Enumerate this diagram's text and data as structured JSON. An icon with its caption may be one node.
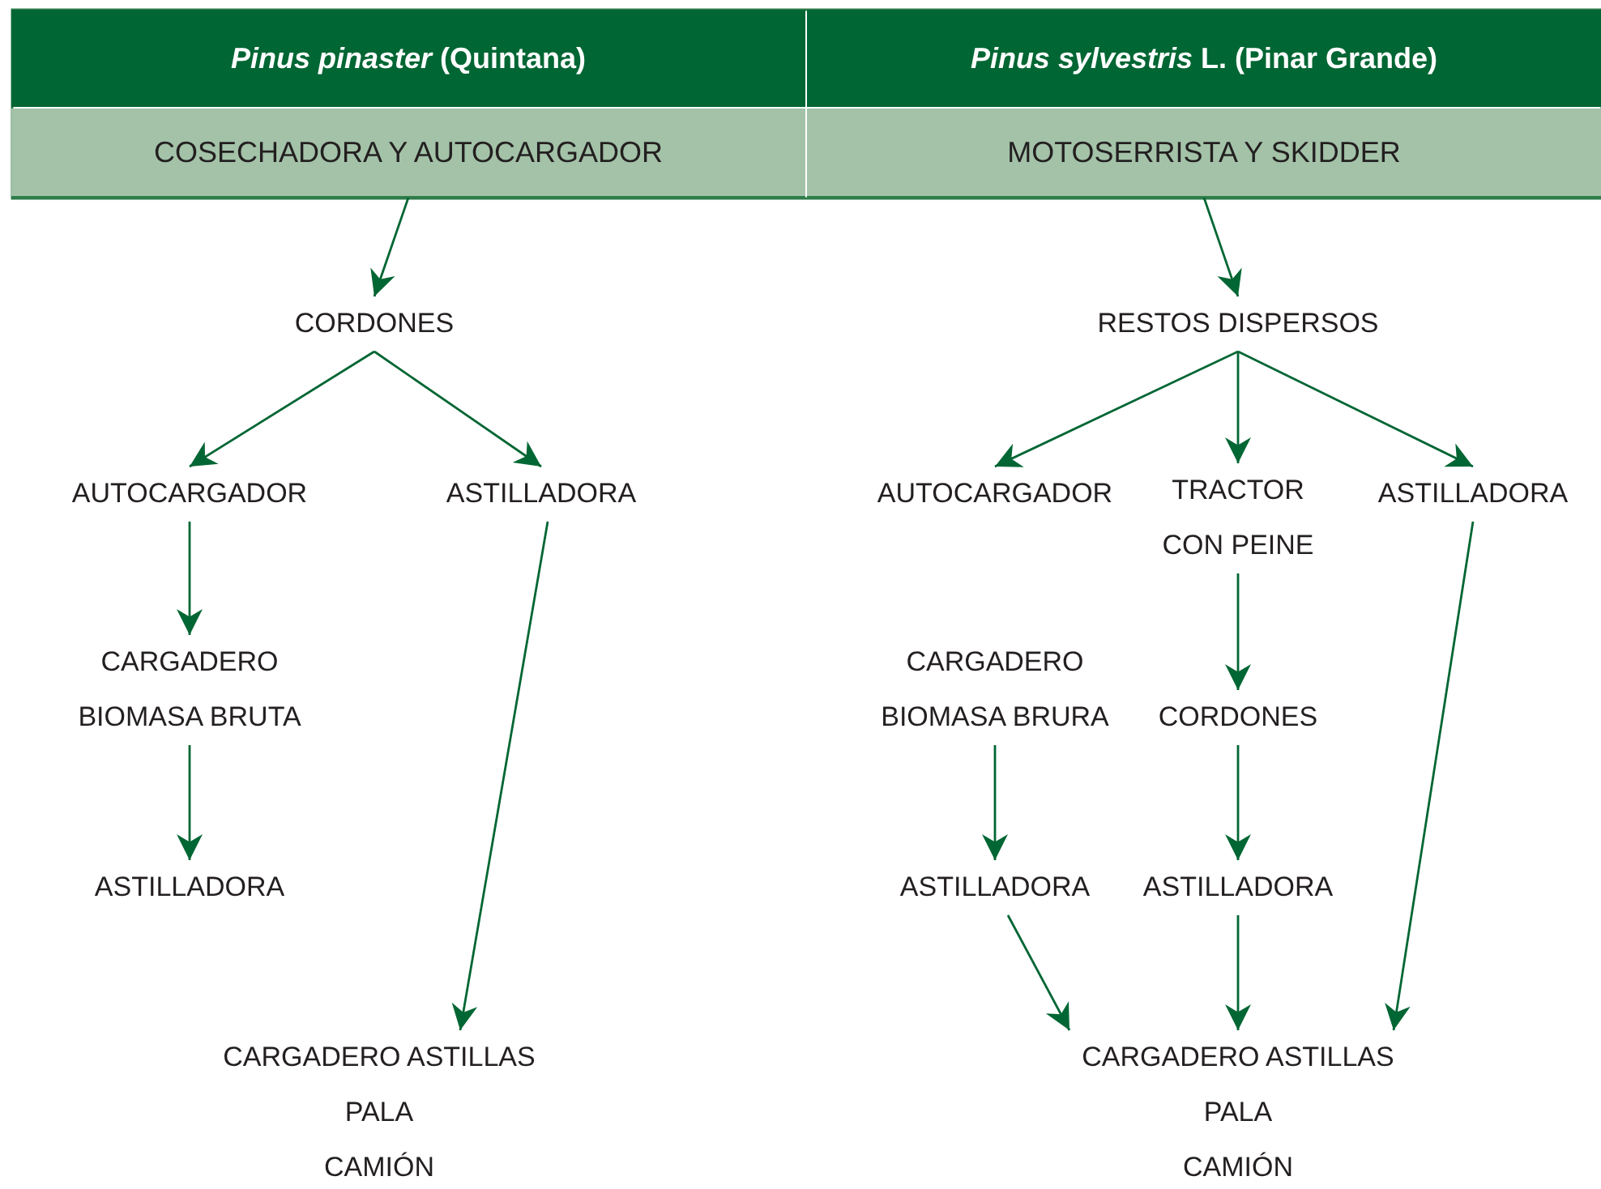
{
  "diagram": {
    "nodes": [
      {
        "text": [
          "*Pinus pinaster* (Quintana)"
        ]
      },
      {
        "text": [
          "*Pinus sylvestris* L. (Pinar Grande)"
        ]
      },
      {
        "text": [
          "COSECHADORA Y AUTOCARGADOR"
        ]
      },
      {
        "text": [
          "MOTOSERRISTA Y SKIDDER"
        ]
      },
      {
        "text": [
          "CORDONES"
        ]
      },
      {
        "text": [
          "AUTOCARGADOR"
        ]
      },
      {
        "text": [
          "ASTILLADORA"
        ]
      },
      {
        "text": [
          "CARGADERO BIOMASA BRUTA"
        ]
      },
      {
        "text": [
          "ASTILLADORA"
        ]
      },
      {
        "text": [
          "CARGADERO ASTILLAS",
          "PALA",
          "CAMIÓN"
        ]
      },
      {
        "text": [
          "RESTOS DISPERSOS"
        ]
      },
      {
        "text": [
          "AUTOCARGADOR"
        ]
      },
      {
        "text": [
          "TRACTOR CON PEINE"
        ]
      },
      {
        "text": [
          "ASTILLADORA"
        ]
      },
      {
        "text": [
          "CARGADERO BIOMASA BRURA"
        ]
      },
      {
        "text": [
          "CORDONES"
        ]
      },
      {
        "text": [
          "ASTILLADORA"
        ]
      },
      {
        "text": [
          "ASTILLADORA"
        ]
      },
      {
        "text": [
          "CARGADERO ASTILLAS",
          "PALA",
          "CAMIÓN"
        ]
      }
    ],
    "edges": [
      {
        "from": 2,
        "to": 4,
        "arrow": "to"
      },
      {
        "from": 4,
        "to": 5,
        "arrow": "to"
      },
      {
        "from": 4,
        "to": 6,
        "arrow": "to"
      },
      {
        "from": 5,
        "to": 7,
        "arrow": "to"
      },
      {
        "from": 7,
        "to": 8,
        "arrow": "to"
      },
      {
        "from": 6,
        "to": 9,
        "arrow": "to"
      },
      {
        "from": 3,
        "to": 10,
        "arrow": "to"
      },
      {
        "from": 10,
        "to": 11,
        "arrow": "to"
      },
      {
        "from": 10,
        "to": 12,
        "arrow": "to"
      },
      {
        "from": 10,
        "to": 13,
        "arrow": "to"
      },
      {
        "from": 12,
        "to": 15,
        "arrow": "to"
      },
      {
        "from": 14,
        "to": 16,
        "arrow": "to"
      },
      {
        "from": 15,
        "to": 17,
        "arrow": "to"
      },
      {
        "from": 16,
        "to": 18,
        "arrow": "to"
      },
      {
        "from": 17,
        "to": 18,
        "arrow": "to"
      },
      {
        "from": 13,
        "to": 18,
        "arrow": "to"
      }
    ]
  }
}
